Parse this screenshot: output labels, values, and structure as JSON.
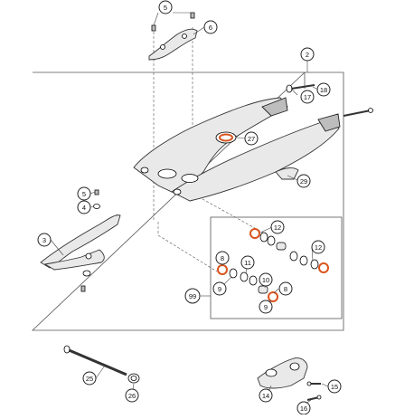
{
  "diagram": {
    "callouts": {
      "c2": "2",
      "c3": "3",
      "c4": "4",
      "c5a": "5",
      "c5b": "5",
      "c6": "6",
      "c8a": "8",
      "c8b": "8",
      "c9a": "9",
      "c9b": "9",
      "c10": "10",
      "c11": "11",
      "c12a": "12",
      "c12b": "12",
      "c14": "14",
      "c15": "15",
      "c16": "16",
      "c17": "17",
      "c18": "18",
      "c25": "25",
      "c26": "26",
      "c27": "27",
      "c29": "29",
      "c99": "99"
    },
    "colors": {
      "line": "#333333",
      "seal_accent": "#d9541e",
      "background": "#ffffff"
    }
  }
}
